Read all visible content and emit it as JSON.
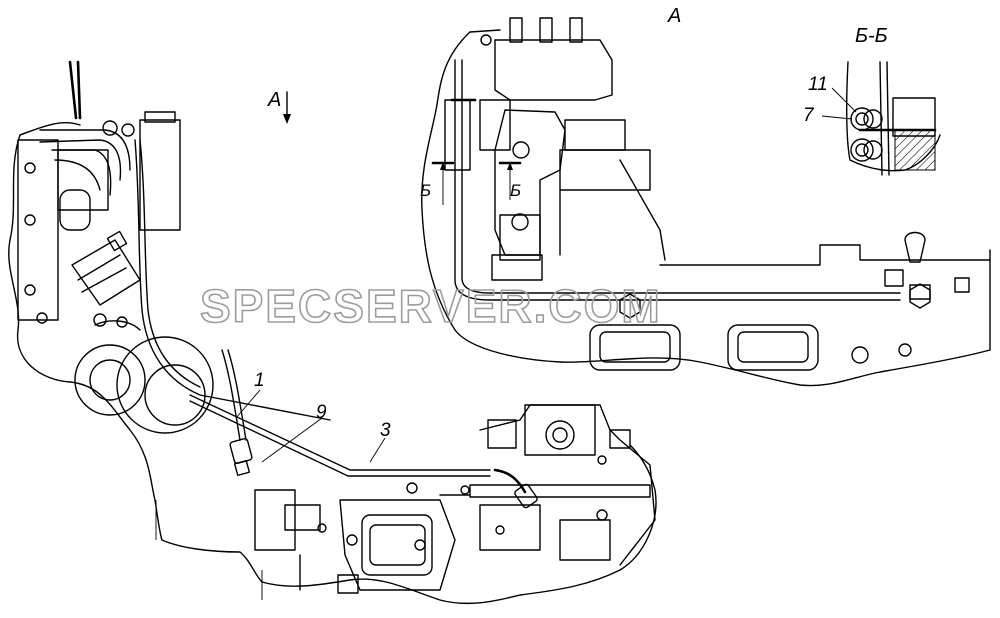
{
  "diagram": {
    "view_label_main": "А",
    "view_arrow_label": "А",
    "section_title": "Б-Б",
    "section_marker_left": "Б",
    "section_marker_right": "Б",
    "callouts": [
      {
        "id": "c1",
        "text": "1"
      },
      {
        "id": "c9",
        "text": "9"
      },
      {
        "id": "c3",
        "text": "3"
      },
      {
        "id": "c11",
        "text": "11"
      },
      {
        "id": "c7",
        "text": "7"
      }
    ],
    "watermark": "SPECSERVER.COM"
  }
}
